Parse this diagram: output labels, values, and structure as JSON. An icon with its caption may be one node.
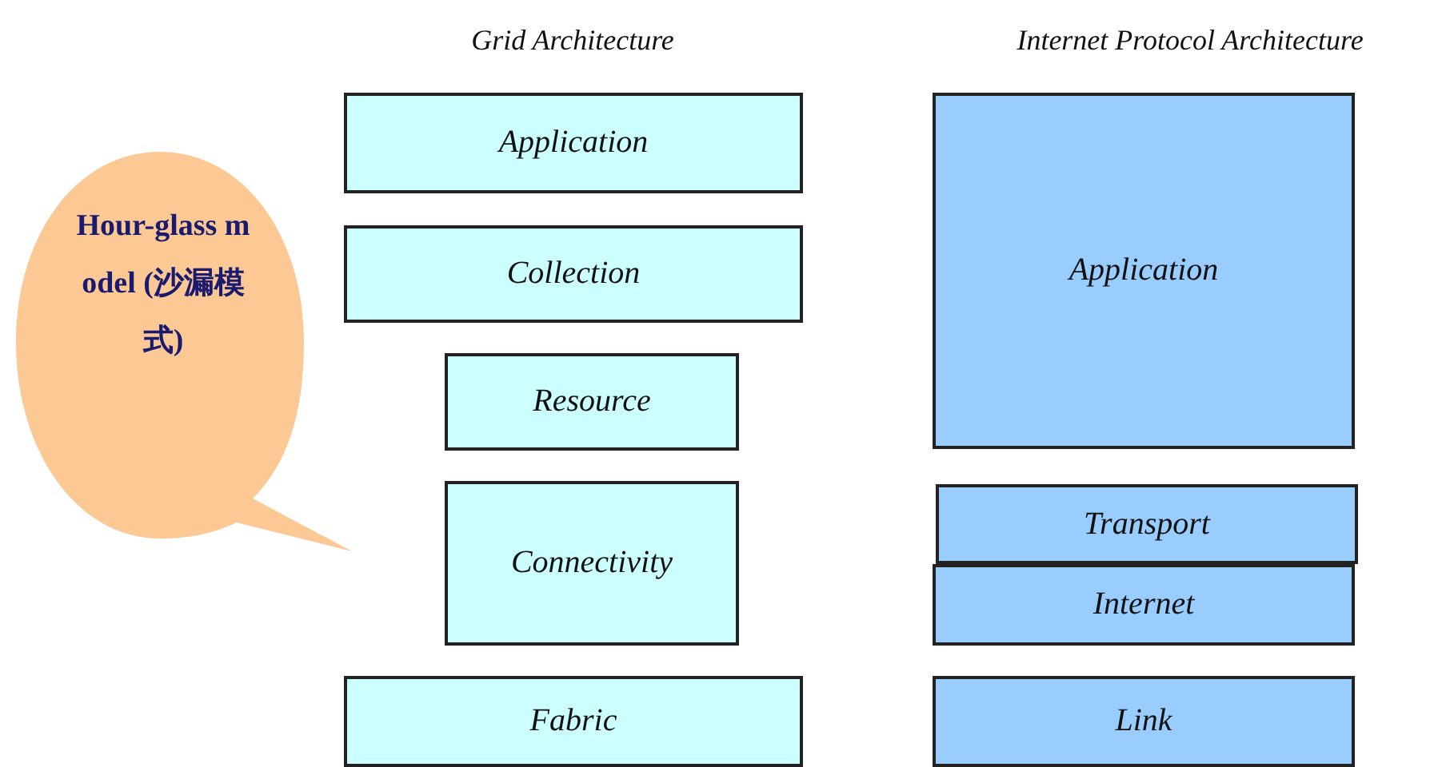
{
  "diagram": {
    "nodes": [
      {
        "text": [
          "Hour-glass model (沙漏模式)"
        ]
      },
      {
        "text": [
          "Application"
        ]
      },
      {
        "text": [
          "Collection"
        ]
      },
      {
        "text": [
          "Resource"
        ]
      },
      {
        "text": [
          "Connectivity"
        ]
      },
      {
        "text": [
          "Fabric"
        ]
      },
      {
        "text": [
          "Application"
        ]
      },
      {
        "text": [
          "Transport"
        ]
      },
      {
        "text": [
          "Internet"
        ]
      },
      {
        "text": [
          "Link"
        ]
      }
    ],
    "labels": [
      "Grid Architecture",
      "Internet Protocol Architecture"
    ]
  }
}
